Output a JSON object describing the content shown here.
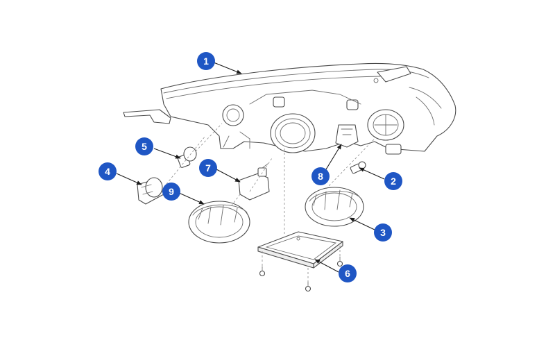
{
  "colors": {
    "callout": "#1f56c4",
    "callout_text": "#ffffff",
    "line_art": "#4a4a4a",
    "background": "#ffffff"
  },
  "callouts": [
    {
      "label": "1",
      "part": "headlamp-housing"
    },
    {
      "label": "2",
      "part": "side-marker-bulb"
    },
    {
      "label": "3",
      "part": "high-beam-dust-cap"
    },
    {
      "label": "4",
      "part": "turn-signal-socket"
    },
    {
      "label": "5",
      "part": "turn-signal-bulb"
    },
    {
      "label": "6",
      "part": "ballast-module"
    },
    {
      "label": "7",
      "part": "hid-bulb"
    },
    {
      "label": "8",
      "part": "position-lamp-socket"
    },
    {
      "label": "9",
      "part": "low-beam-dust-cap"
    }
  ]
}
